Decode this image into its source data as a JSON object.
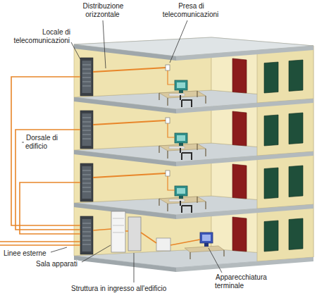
{
  "diagram": {
    "labels": [
      "Distribuzione orizzontale",
      "Presa di telecomunicazioni",
      "Locale di telecomunicazioni",
      "Dorsale di edificio",
      "Linee esterne",
      "Sala apparati",
      "Apparecchiatura terminale",
      "Struttura in ingresso all'edificio"
    ]
  }
}
